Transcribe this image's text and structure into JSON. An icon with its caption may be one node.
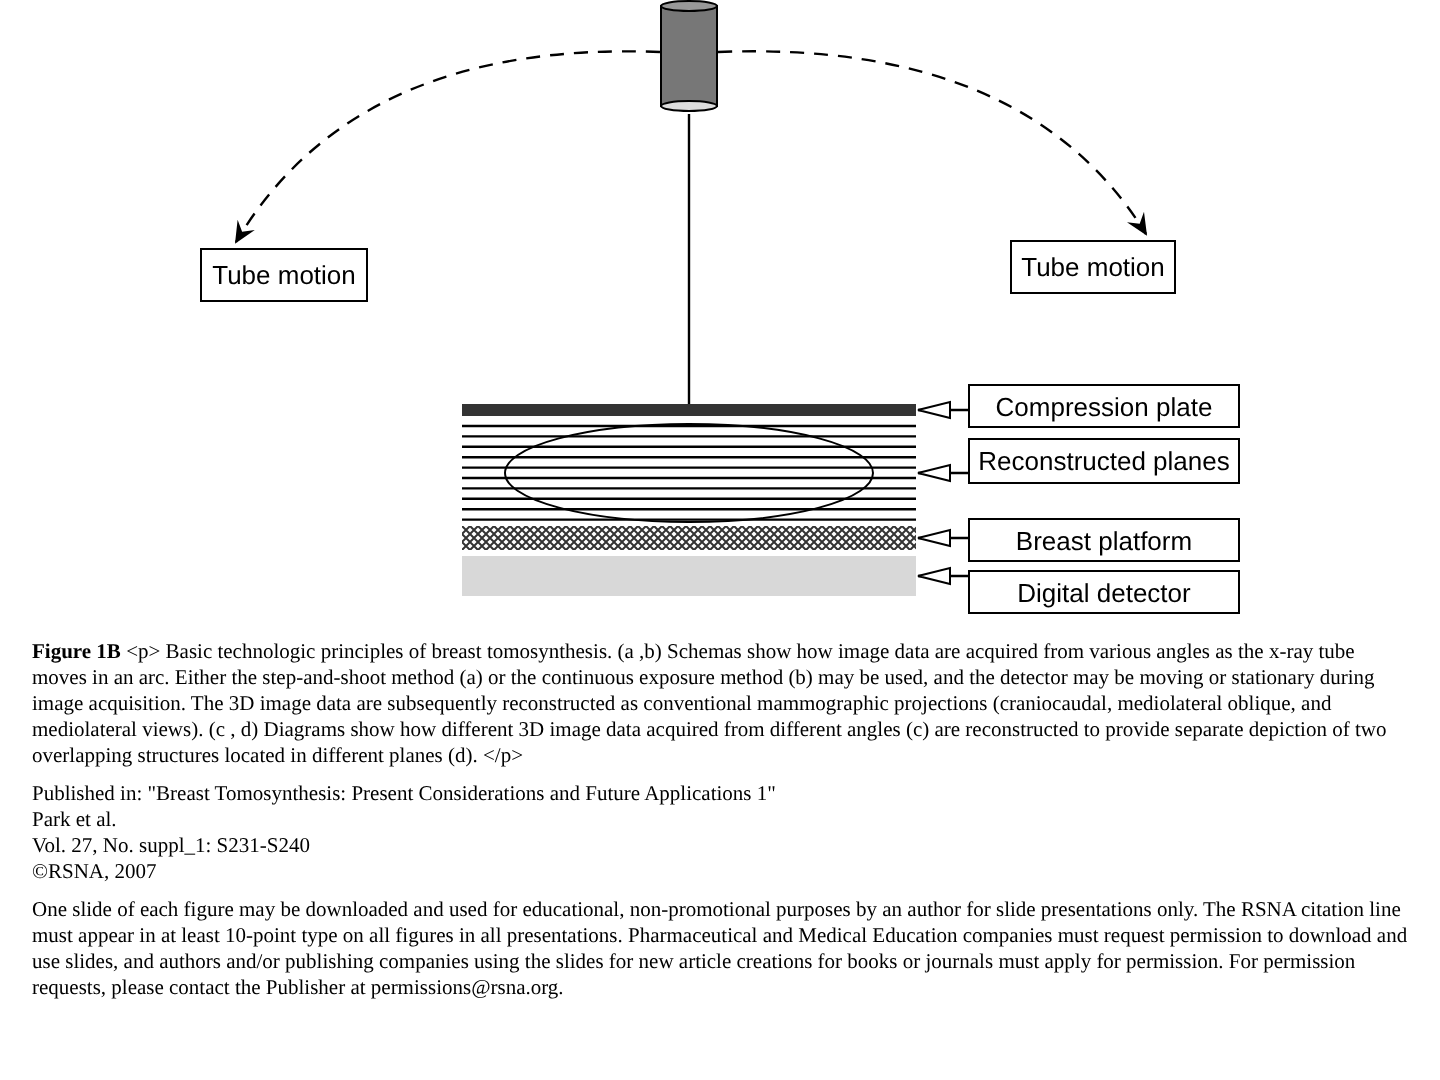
{
  "diagram": {
    "caption": "**Figure 1B** <p> Basic technologic principles of breast tomosynthesis. (a ,b) Schemas show how image data are acquired from various angles as the x-ray tube moves in an arc. Either the step-and-shoot method (a) or the continuous exposure method (b) may be used, and the detector may be moving or stationary during image acquisition. The 3D image data are subsequently reconstructed as conventional mammographic projections (craniocaudal, mediolateral oblique, and mediolateral views). (c , d) Diagrams show how different 3D image data acquired from different angles (c) are reconstructed to provide separate depiction of two overlapping structures located in different planes (d). </p>",
    "nodes": [
      {
        "text": [],
        "shape": "cylinder"
      },
      {
        "text": [
          "Tube motion"
        ]
      },
      {
        "text": [
          "Tube motion"
        ]
      },
      {
        "text": [],
        "shape": "bar"
      },
      {
        "text": [],
        "shape": "box"
      },
      {
        "text": [],
        "shape": "bar"
      },
      {
        "text": [],
        "shape": "bar"
      },
      {
        "text": [
          "Compression plate"
        ]
      },
      {
        "text": [
          "Reconstructed planes"
        ]
      },
      {
        "text": [
          "Breast platform"
        ]
      },
      {
        "text": [
          "Digital detector"
        ]
      }
    ],
    "edges": [
      {
        "from": 0,
        "to": 1,
        "arrow": "to",
        "style": "dashed"
      },
      {
        "from": 0,
        "to": 2,
        "arrow": "to",
        "style": "dashed"
      },
      {
        "from": 0,
        "to": 3,
        "arrow": "none"
      },
      {
        "from": 7,
        "to": 3,
        "arrow": "to"
      },
      {
        "from": 8,
        "to": 4,
        "arrow": "to"
      },
      {
        "from": 9,
        "to": 5,
        "arrow": "to"
      },
      {
        "from": 10,
        "to": 6,
        "arrow": "to"
      }
    ],
    "labels": [
      "Published in: \"Breast Tomosynthesis: Present Considerations and Future Applications 1\"",
      "Park et al.",
      "Vol. 27, No. suppl_1: S231-S240",
      "©RSNA, 2007",
      "One slide of each figure may be downloaded and used for educational, non-promotional purposes by an author for slide presentations only. The RSNA citation line must appear in at least 10-point type on all figures in all presentations. Pharmaceutical and Medical Education companies must request permission to download and use slides, and authors and/or publishing companies using the slides for new article creations for books or journals must apply for permission. For permission requests, please contact the Publisher at permissions@rsna.org."
    ]
  }
}
